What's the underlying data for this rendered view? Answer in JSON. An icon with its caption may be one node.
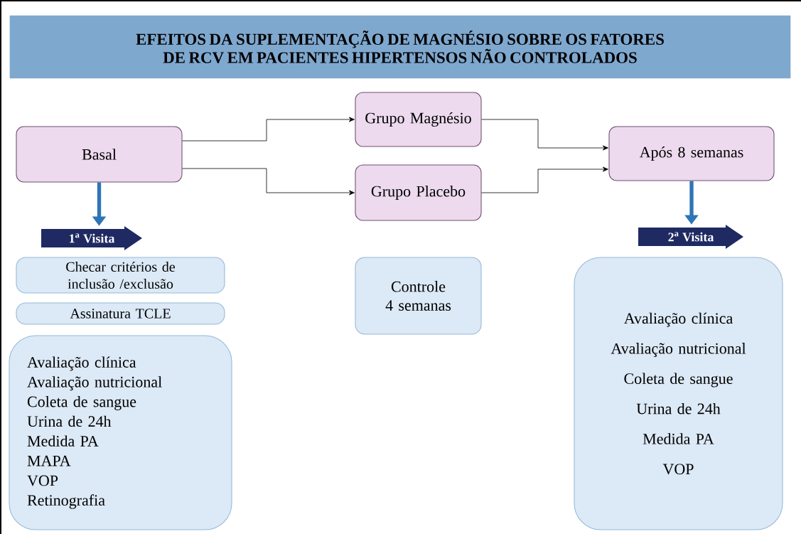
{
  "diagram": {
    "title": "EFEITOS DA SUPLEMENTAÇÃO DE MAGNÉSIO SOBRE OS FATORES DE RCV EM PACIENTES HIPERTENSOS NÃO CONTROLADOS",
    "nodes": [
      {
        "text": [
          "Basal"
        ]
      },
      {
        "text": [
          "Grupo Magnésio"
        ]
      },
      {
        "text": [
          "Grupo Placebo"
        ]
      },
      {
        "text": [
          "Após 8 semanas"
        ]
      },
      {
        "text": [
          "1$^{a}$ Visita"
        ]
      },
      {
        "text": [
          "2$^{a}$ Visita"
        ]
      },
      {
        "text": [
          "Checar critérios de inclusão /exclusão"
        ]
      },
      {
        "text": [
          "Assinatura TCLE"
        ]
      },
      {
        "text": [
          "Avaliação clínica",
          "Avaliação nutricional",
          "Coleta de sangue",
          "Urina de 24h",
          "Medida  PA",
          "MAPA",
          "VOP",
          "Retinografia"
        ]
      },
      {
        "text": [
          "Controle 4 semanas"
        ]
      },
      {
        "text": [
          "Avaliação clínica",
          "Avaliação nutricional",
          "Coleta de sangue",
          "Urina de 24h",
          "Medida  PA",
          "VOP"
        ]
      }
    ],
    "edges": [
      {
        "from": 0,
        "to": 1,
        "arrow": "to"
      },
      {
        "from": 0,
        "to": 2,
        "arrow": "to"
      },
      {
        "from": 1,
        "to": 3,
        "arrow": "to"
      },
      {
        "from": 2,
        "to": 3,
        "arrow": "to"
      },
      {
        "from": 0,
        "to": 4,
        "arrow": "to",
        "style": "thick",
        "color": "#2e75b6"
      },
      {
        "from": 3,
        "to": 5,
        "arrow": "to",
        "style": "thick",
        "color": "#2e75b6"
      }
    ]
  }
}
